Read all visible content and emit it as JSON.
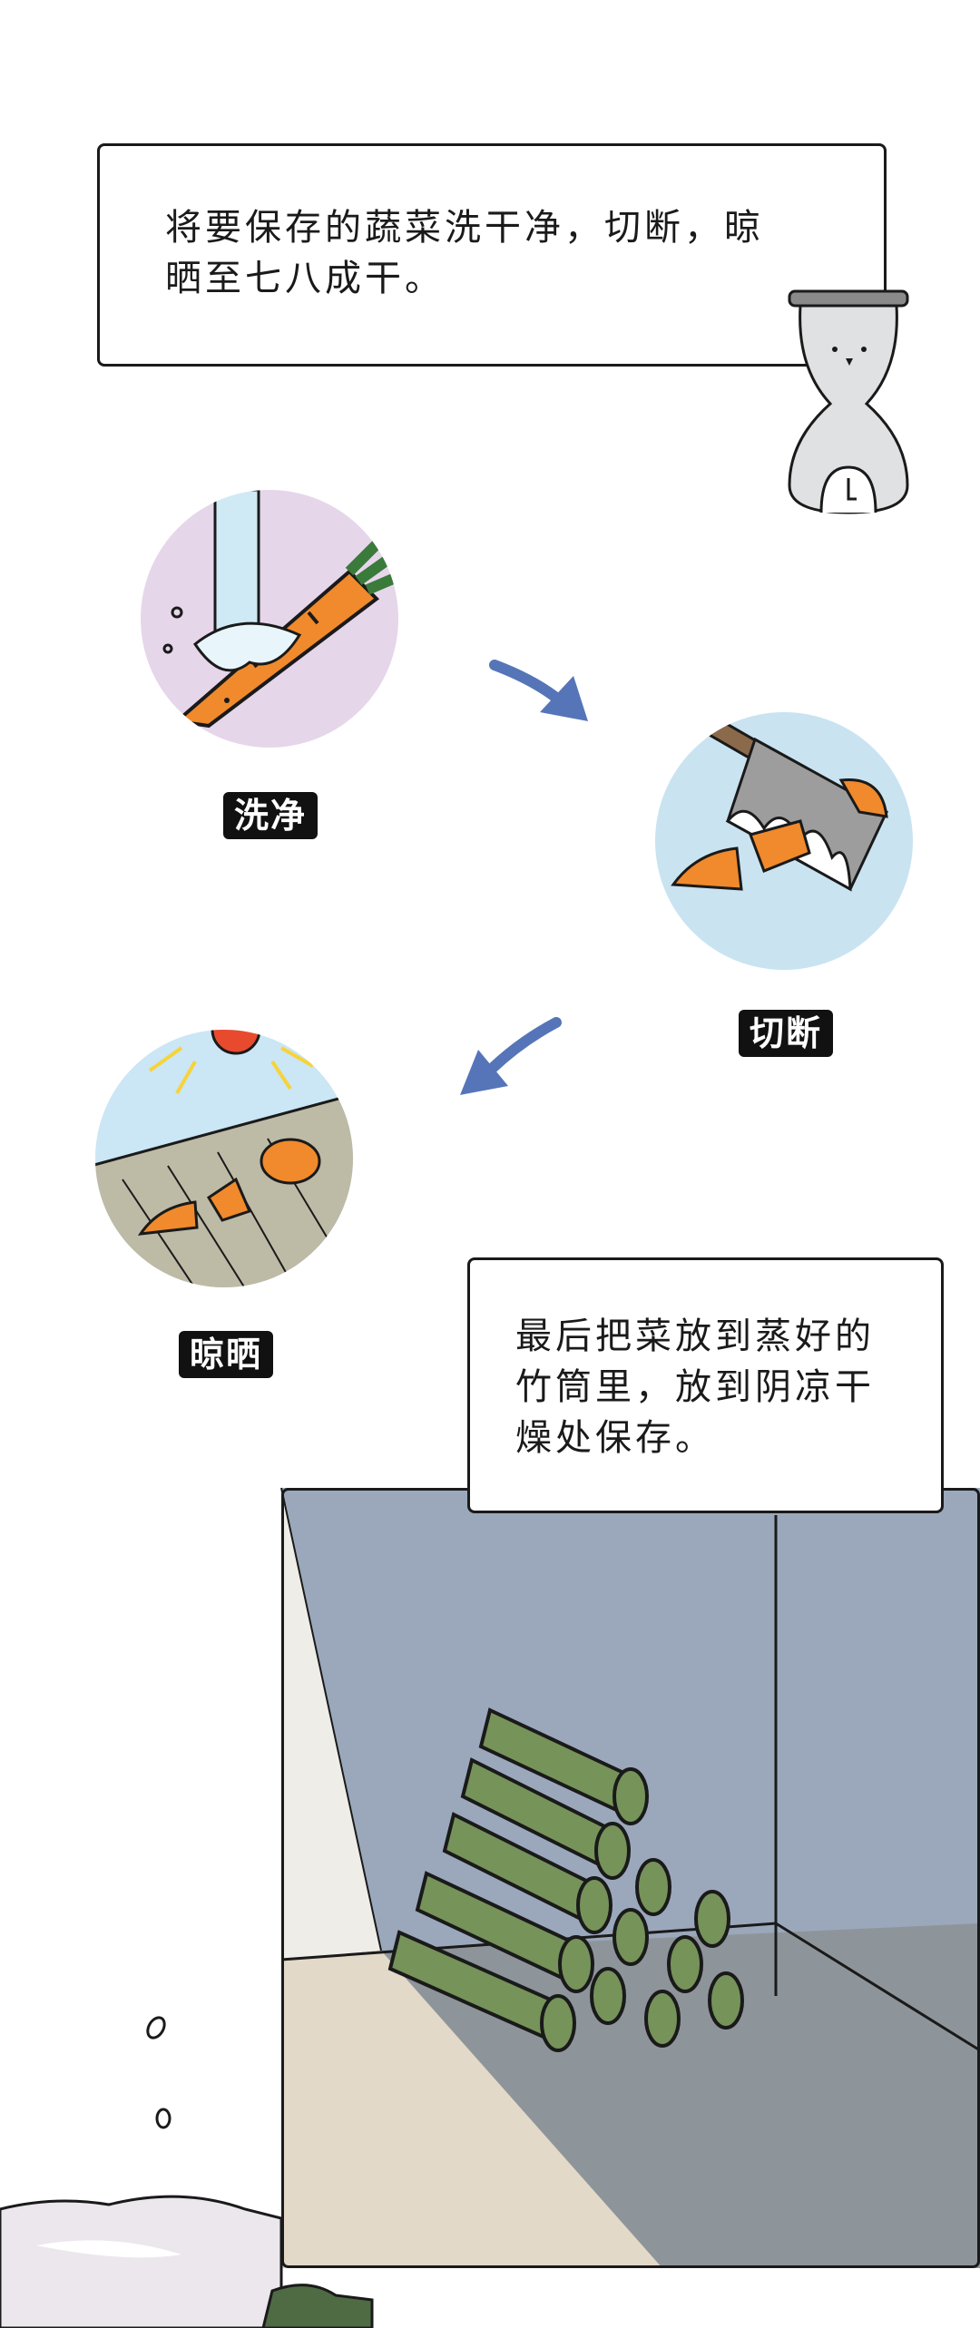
{
  "captions": {
    "step_intro": "将要保存的蔬菜洗干净，切断，晾\n晒至七八成干。",
    "step_final": "最后把菜放到蒸好的\n竹筒里，放到阴凉干\n燥处保存。"
  },
  "steps": [
    {
      "label": "洗净",
      "icon": "carrot-washing-illustration"
    },
    {
      "label": "切断",
      "icon": "carrot-cutting-illustration"
    },
    {
      "label": "晾晒",
      "icon": "carrot-drying-illustration"
    }
  ],
  "colors": {
    "wash_bg": "#e6d6ea",
    "cut_bg": "#c9e3f1",
    "arrow": "#5575b8",
    "carrot": "#f08a2c",
    "bamboo": "#76935a",
    "wall": "#9ba8bb",
    "floor": "#8e959a"
  }
}
